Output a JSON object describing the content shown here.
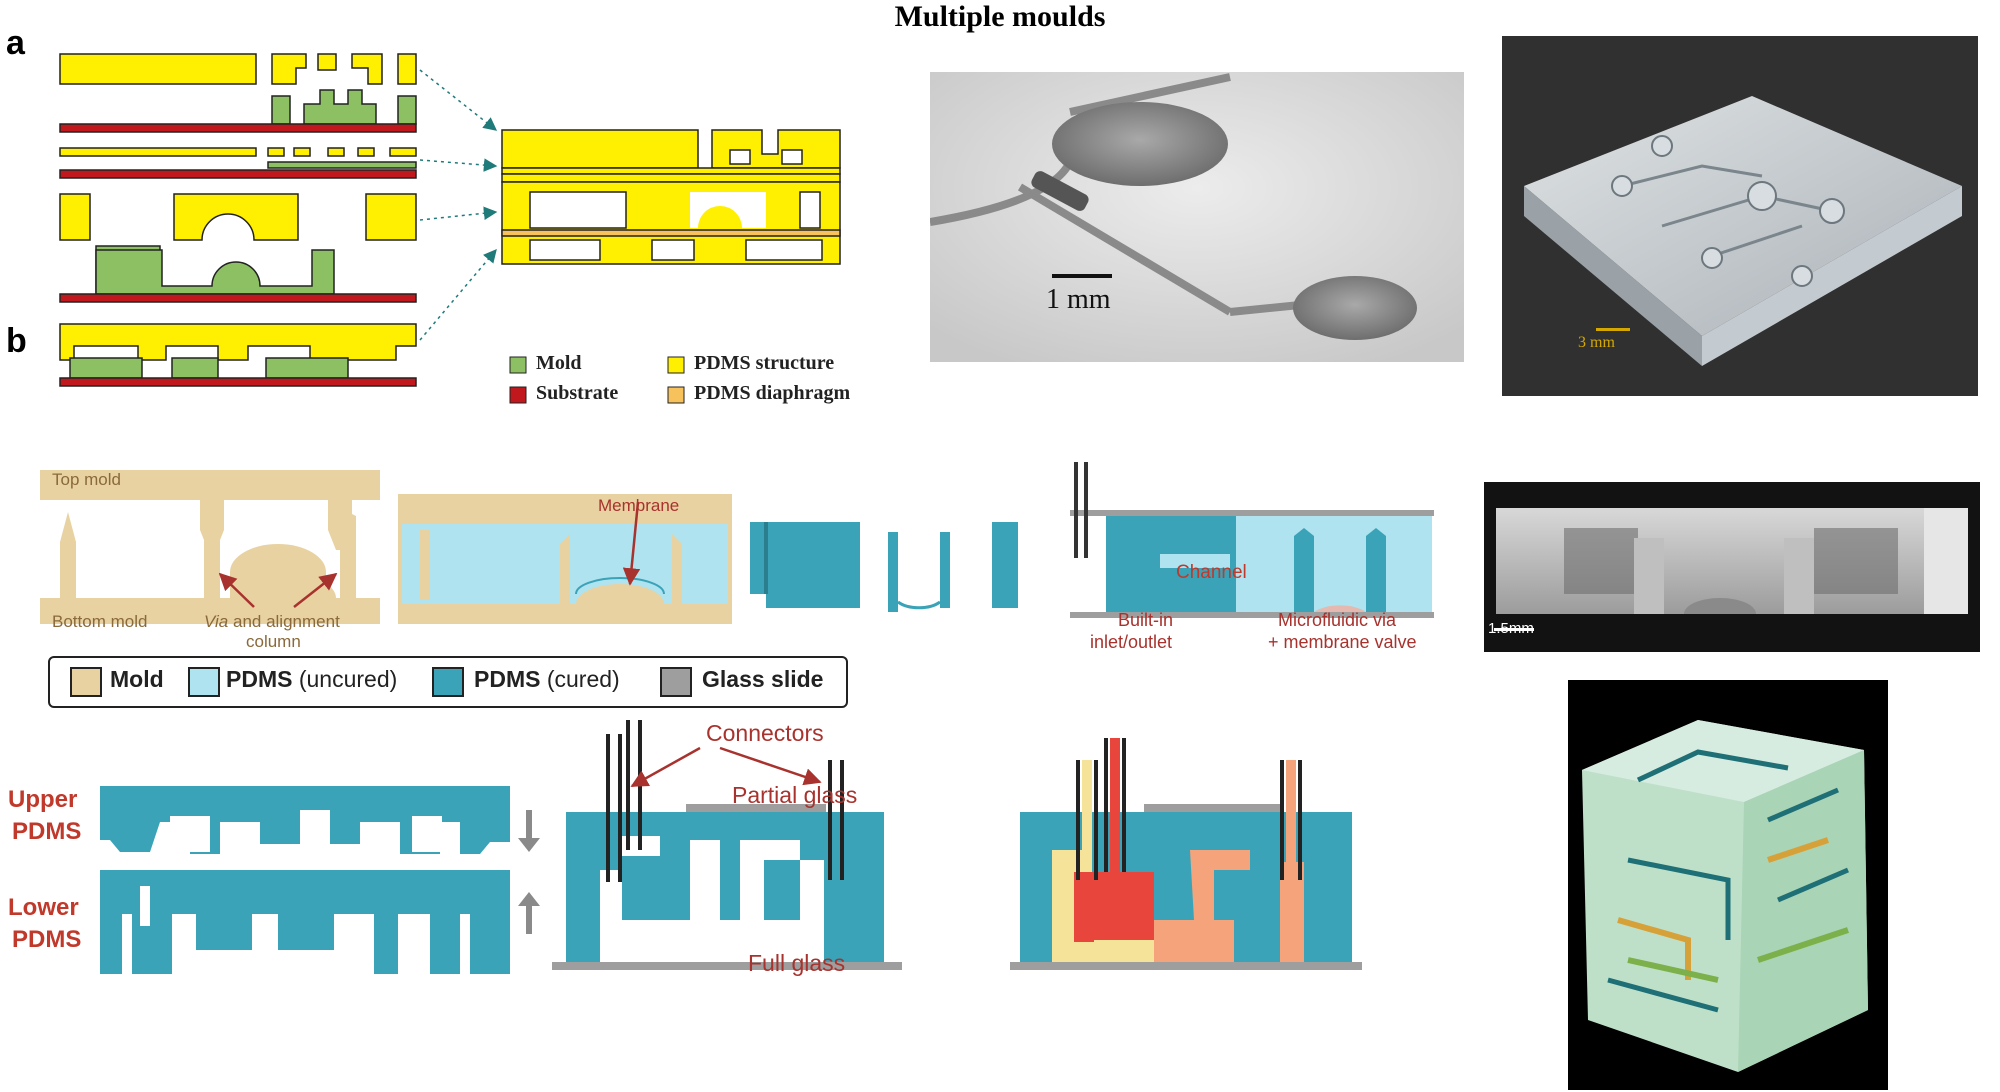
{
  "title": "Multiple moulds",
  "panel_a": {
    "letter": "a",
    "legend": [
      {
        "label": "Mold",
        "color": "#8dc063"
      },
      {
        "label": "Substrate",
        "color": "#c0181c"
      },
      {
        "label": "PDMS structure",
        "color": "#ffef00"
      },
      {
        "label": "PDMS diaphragm",
        "color": "#f7c15c"
      }
    ],
    "photo1_scale": "1 mm",
    "photo2_scale": "3 mm"
  },
  "panel_b": {
    "letter": "b",
    "top_labels": {
      "top_mold": "Top mold",
      "bottom_mold": "Bottom mold",
      "via_italic": "Via",
      "via_rest": " and alignment",
      "column": "column",
      "membrane": "Membrane",
      "channel": "Channel",
      "built_in_1": "Built-in",
      "built_in_2": "inlet/outlet",
      "micro_1": "Microfluidic via",
      "micro_2": "+ membrane valve"
    },
    "legend": [
      {
        "bold": "Mold",
        "rest": "",
        "color": "#e9d2a2"
      },
      {
        "bold": "PDMS",
        "rest": " (uncured)",
        "color": "#aee3ef"
      },
      {
        "bold": "PDMS",
        "rest": " (cured)",
        "color": "#3aa3b8"
      },
      {
        "bold": "Glass slide",
        "rest": "",
        "color": "#9e9e9e"
      }
    ],
    "bottom_labels": {
      "upper1": "Upper",
      "upper2": "PDMS",
      "lower1": "Lower",
      "lower2": "PDMS",
      "connectors": "Connectors",
      "partial_glass": "Partial glass",
      "full_glass": "Full glass"
    },
    "photo1_scale": "1.5mm"
  },
  "colors": {
    "mold_green": "#8dc063",
    "substrate_red": "#c0181c",
    "pdms_yellow": "#ffef00",
    "mold_tan": "#e9d2a2",
    "pdms_uncured": "#aee3ef",
    "pdms_cured": "#3aa3b8",
    "glass": "#9e9e9e",
    "label_red": "#c0392b"
  }
}
